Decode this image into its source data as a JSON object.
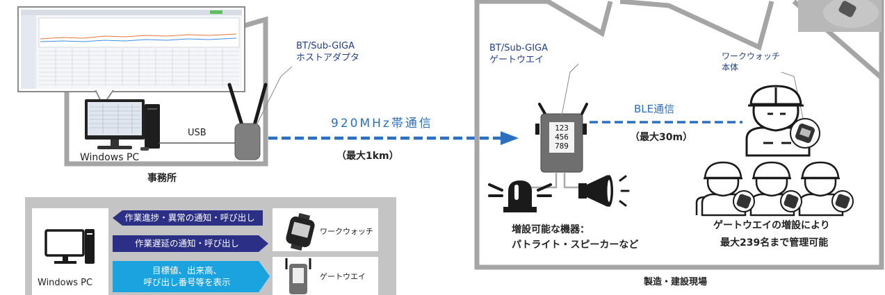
{
  "office": {
    "pc_label": "Windows PC",
    "usb_label": "USB",
    "adapter_label": [
      "BT/Sub-GIGA",
      "ホストアダプタ"
    ],
    "caption": "事務所"
  },
  "link": {
    "label": "920MHz帯通信",
    "range": "（最大1km）"
  },
  "site": {
    "gateway_label": [
      "BT/Sub-GIGA",
      "ゲートウエイ"
    ],
    "gateway_display": [
      "123",
      "456",
      "789"
    ],
    "watch_label": [
      "ワークウォッチ",
      "本体"
    ],
    "ble_label": "BLE通信",
    "ble_range": "（最大30m）",
    "devices_label": [
      "増設可能な機器：",
      "パトライト・スピーカーなど"
    ],
    "expand_label": [
      "ゲートウエイの増設により",
      "最大239名まで管理可能"
    ],
    "caption": "製造・建設現場"
  },
  "bottom_panel": {
    "pc_label": "Windows PC",
    "flows": [
      {
        "text": "作業進捗・異常の通知・呼び出し",
        "color": "#2b2f86"
      },
      {
        "text": "作業遅延の通知・呼び出し",
        "color": "#2b2f86"
      },
      {
        "text": "目標値、出来高、\n呼び出し番号等を表示",
        "color": "#1aa3de"
      }
    ],
    "watch_label": "ワークウォッチ",
    "gateway_label": "ゲートウエイ"
  },
  "colors": {
    "dark_arrow": "#2b2f86",
    "light_arrow": "#1aa3de",
    "link_blue": "#2a6fc0",
    "frame_gray": "#a5a5a5",
    "panel_gray": "#c4c4c4"
  }
}
